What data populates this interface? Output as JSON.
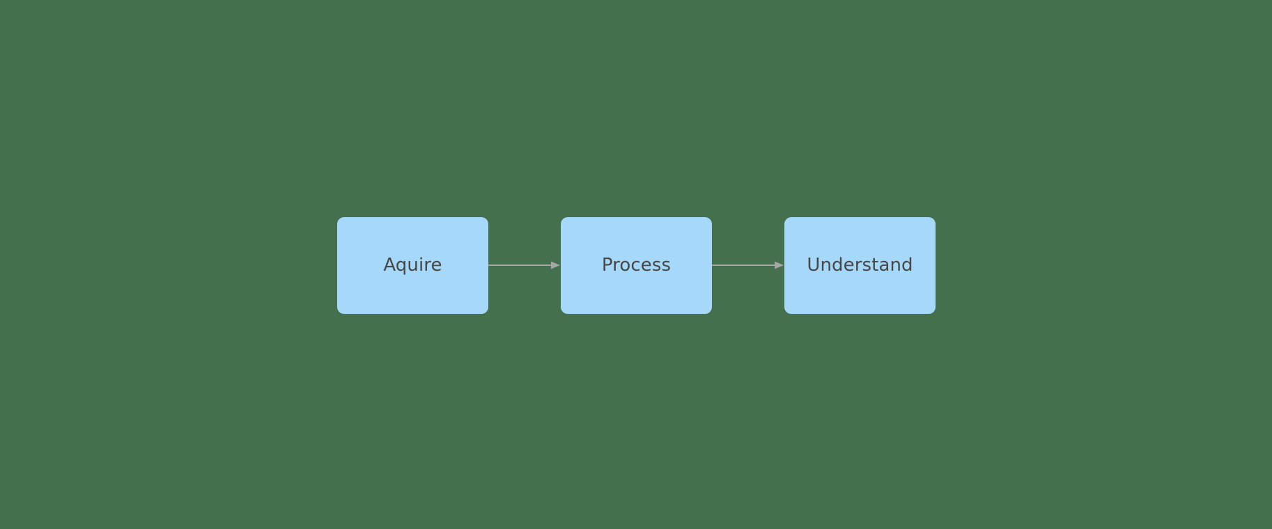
{
  "diagram": {
    "type": "flowchart",
    "orientation": "left-to-right",
    "background_color": "#44704d",
    "node_fill_color": "#a6d8f9",
    "node_text_color": "#474747",
    "edge_color": "#a6a6a6",
    "nodes": [
      {
        "id": "acquire",
        "label": "Aquire"
      },
      {
        "id": "process",
        "label": "Process"
      },
      {
        "id": "understand",
        "label": "Understand"
      }
    ],
    "edges": [
      {
        "id": "edge-1",
        "from": "acquire",
        "to": "process",
        "arrow": "arrow-right-icon",
        "label": ""
      },
      {
        "id": "edge-2",
        "from": "process",
        "to": "understand",
        "arrow": "arrow-right-icon",
        "label": ""
      }
    ]
  }
}
